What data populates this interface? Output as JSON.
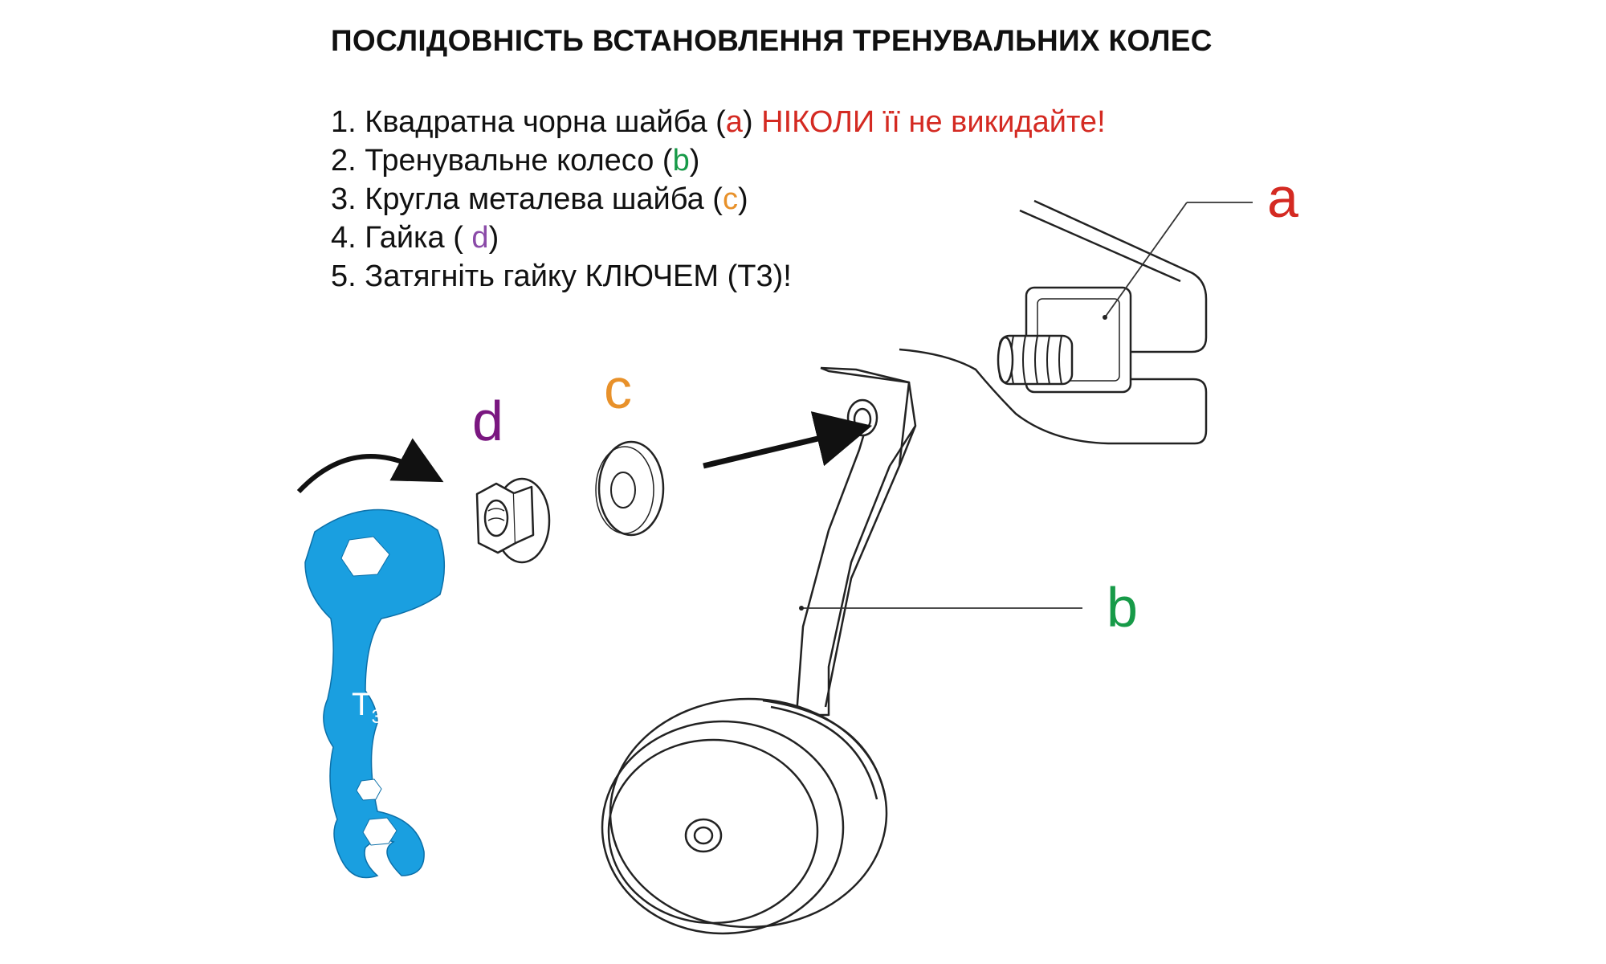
{
  "title": "ПОСЛІДОВНІСТЬ ВСТАНОВЛЕННЯ ТРЕНУВАЛЬНИХ КОЛЕС",
  "steps": [
    {
      "prefix": "1. Квадратна чорна шайба (",
      "letter": "a",
      "suffix": ") ",
      "warning": "НІКОЛИ її не викидайте!"
    },
    {
      "prefix": "2. Тренувальне колесо (",
      "letter": "b",
      "suffix": ")"
    },
    {
      "prefix": "3. Кругла металева шайба (",
      "letter": "c",
      "suffix": ")"
    },
    {
      "prefix": "4. Гайка ( ",
      "letter": "d",
      "suffix": ")"
    },
    {
      "text": "5. Затягніть гайку КЛЮЧЕМ (T3)!"
    }
  ],
  "labels": {
    "a": "a",
    "b": "b",
    "c": "c",
    "d": "d"
  },
  "wrench": {
    "label_main": "T",
    "label_sub": "3",
    "color": "#1a9fe0"
  },
  "colors": {
    "a": "#d42a22",
    "b": "#179a48",
    "c": "#e8912a",
    "d": "#7a1780",
    "d_text": "#8a4aa8"
  }
}
